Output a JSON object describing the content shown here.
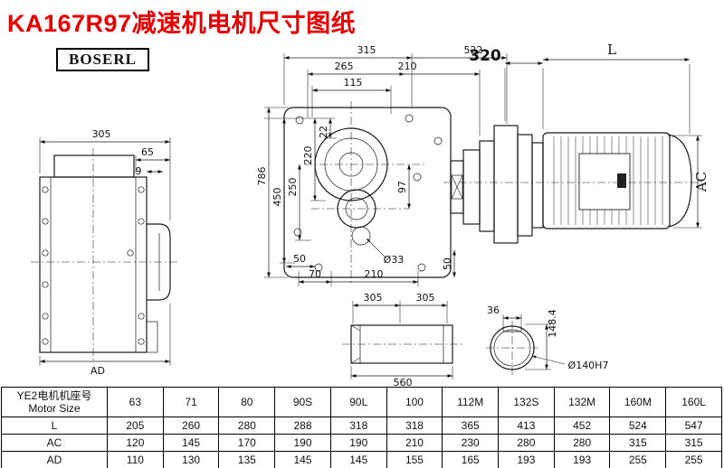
{
  "title": "KA167R97减速机电机尺寸图纸",
  "logo": "BOSERL",
  "dims": {
    "sv_305": "305",
    "sv_65": "65",
    "sv_9": "9",
    "sv_ad": "AD",
    "fv_315": "315",
    "fv_522": "522",
    "fv_265": "265",
    "fv_210t": "210",
    "fv_115": "115",
    "fv_22": "22",
    "fv_220": "220",
    "fv_250": "250",
    "fv_450": "450",
    "fv_786": "786",
    "fv_97": "97",
    "fv_50l": "50",
    "fv_70": "70",
    "fv_210b": "210",
    "fv_d33": "Ø33",
    "fv_50r": "50",
    "mv_320": "320",
    "mv_L": "L",
    "mv_AC": "AC",
    "sh_305a": "305",
    "sh_305b": "305",
    "sh_560": "560",
    "kv_36": "36",
    "kv_1484": "148.4",
    "kv_d140": "Ø140H7"
  },
  "table": {
    "header_cn": "YE2电机机座号",
    "header_en": "Motor Size",
    "sizes": [
      "63",
      "71",
      "80",
      "90S",
      "90L",
      "100",
      "112M",
      "132S",
      "132M",
      "160M",
      "160L"
    ],
    "rows": [
      {
        "label": "L",
        "values": [
          "205",
          "260",
          "280",
          "288",
          "318",
          "318",
          "365",
          "413",
          "452",
          "524",
          "547"
        ]
      },
      {
        "label": "AC",
        "values": [
          "120",
          "145",
          "170",
          "190",
          "190",
          "210",
          "230",
          "280",
          "280",
          "315",
          "315"
        ]
      },
      {
        "label": "AD",
        "values": [
          "110",
          "130",
          "135",
          "145",
          "145",
          "155",
          "165",
          "193",
          "193",
          "255",
          "255"
        ]
      }
    ]
  }
}
